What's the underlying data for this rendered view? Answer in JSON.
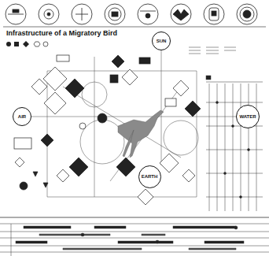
{
  "diagram": {
    "title": "Infrastructure of a Migratory Bird",
    "nodes": [
      {
        "text": [
          "SUN"
        ]
      },
      {
        "text": [
          "AIR"
        ]
      },
      {
        "text": [
          "WATER"
        ]
      },
      {
        "text": [
          "EARTH"
        ]
      }
    ]
  }
}
